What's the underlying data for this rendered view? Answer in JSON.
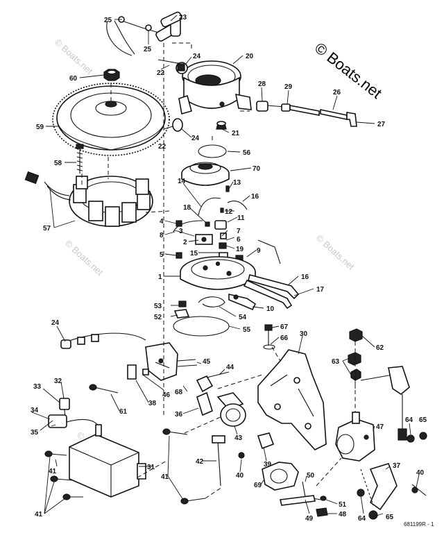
{
  "watermark": {
    "main": "© Boats.net",
    "repeated": "© Boats.net"
  },
  "drawing_number": "681199R - 1",
  "callouts": {
    "p1": "1",
    "p2": "2",
    "p3": "3",
    "p4": "4",
    "p5": "5",
    "p6": "6",
    "p7": "7",
    "p8": "8",
    "p9": "9",
    "p10": "10",
    "p11": "11",
    "p12": "12",
    "p13": "13",
    "p14": "14",
    "p15": "15",
    "p16a": "16",
    "p16b": "16",
    "p17": "17",
    "p18": "18",
    "p19": "19",
    "p20": "20",
    "p21": "21",
    "p22a": "22",
    "p22b": "22",
    "p23": "23",
    "p24a": "24",
    "p24b": "24",
    "p24c": "24",
    "p25a": "25",
    "p25b": "25",
    "p26": "26",
    "p27": "27",
    "p28": "28",
    "p29": "29",
    "p30": "30",
    "p31": "31",
    "p32": "32",
    "p33": "33",
    "p34": "34",
    "p35": "35",
    "p36": "36",
    "p37": "37",
    "p38": "38",
    "p39": "39",
    "p40a": "40",
    "p40b": "40",
    "p41a": "41",
    "p41b": "41",
    "p41c": "41",
    "p42": "42",
    "p43": "43",
    "p44": "44",
    "p45": "45",
    "p46": "46",
    "p47": "47",
    "p48": "48",
    "p49": "49",
    "p50": "50",
    "p51": "51",
    "p52": "52",
    "p53": "53",
    "p54": "54",
    "p55": "55",
    "p56": "56",
    "p57": "57",
    "p58": "58",
    "p59": "59",
    "p60": "60",
    "p61": "61",
    "p62": "62",
    "p63": "63",
    "p64a": "64",
    "p64b": "64",
    "p65": "65",
    "p66": "66",
    "p67": "67",
    "p68": "68",
    "p69": "69",
    "p70": "70"
  }
}
